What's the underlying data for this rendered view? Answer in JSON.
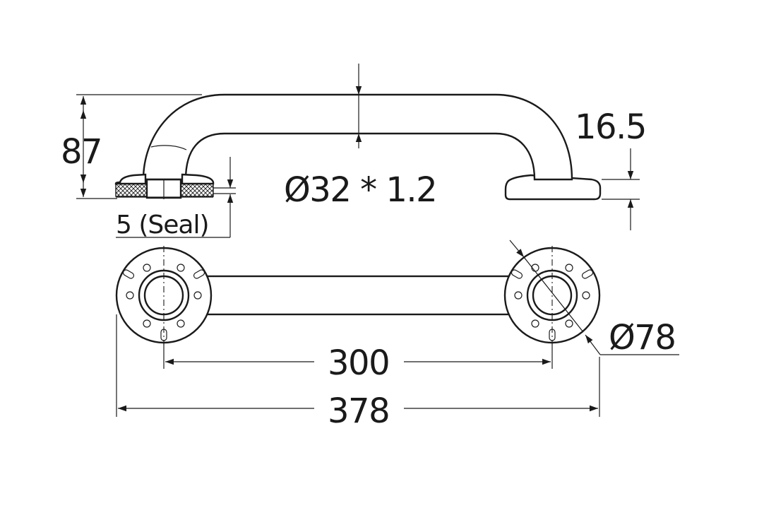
{
  "labels": {
    "height": "87",
    "seal": "5 (Seal)",
    "tube": "Ø32 * 1.2",
    "flange_thickness": "16.5",
    "center_distance": "300",
    "overall_length": "378",
    "flange_diameter": "Ø78"
  },
  "colors": {
    "line": "#1a1a1a",
    "background": "#ffffff"
  }
}
